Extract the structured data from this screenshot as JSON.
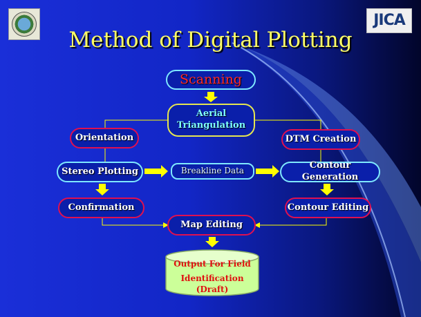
{
  "slide": {
    "title": "Method of Digital Plotting",
    "logo_right_text": "JICA"
  },
  "flow": {
    "scanning": "Scanning",
    "aerial_line1": "Aerial",
    "aerial_line2": "Triangulation",
    "orientation": "Orientation",
    "dtm_creation": "DTM Creation",
    "stereo_plotting": "Stereo Plotting",
    "breakline_data": "Breakline Data",
    "contour_generation": "Contour Generation",
    "confirmation": "Confirmation",
    "contour_editing": "Contour Editing",
    "map_editing": "Map Editing",
    "output_line1": "Output For Field",
    "output_line2": "Identification (Draft)"
  },
  "colors": {
    "title": "#ffff66",
    "arrow": "#ffff00",
    "accent_red": "#e01050",
    "accent_cyan": "#7fe8ff",
    "cylinder": "#ccff99"
  }
}
